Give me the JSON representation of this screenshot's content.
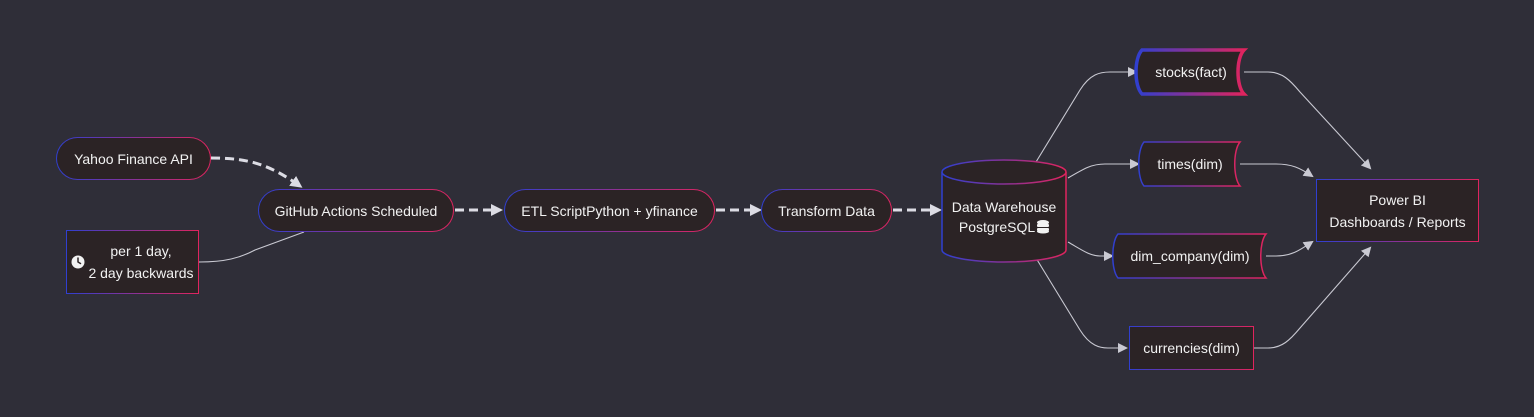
{
  "diagram": {
    "nodes": {
      "yahoo": "Yahoo Finance API",
      "schedule": "per 1 day,\n2 day backwards",
      "github": "GitHub Actions Scheduled",
      "etl": "ETL ScriptPython + yfinance",
      "transform": "Transform Data",
      "warehouse_line1": "Data Warehouse",
      "warehouse_line2": "PostgreSQL",
      "stocks": "stocks(fact)",
      "times": "times(dim)",
      "dim_company": "dim_company(dim)",
      "currencies": "currencies(dim)",
      "powerbi": "Power BI\nDashboards / Reports"
    },
    "icons": {
      "schedule": "clock-icon",
      "warehouse": "database-icon"
    },
    "colors": {
      "background": "#1c1b26",
      "node_fill": "#2b2325",
      "border_blue": "#2f3fd0",
      "border_red": "#e0245e",
      "edge": "#c9c9d2",
      "text": "#f2f2f2"
    }
  }
}
